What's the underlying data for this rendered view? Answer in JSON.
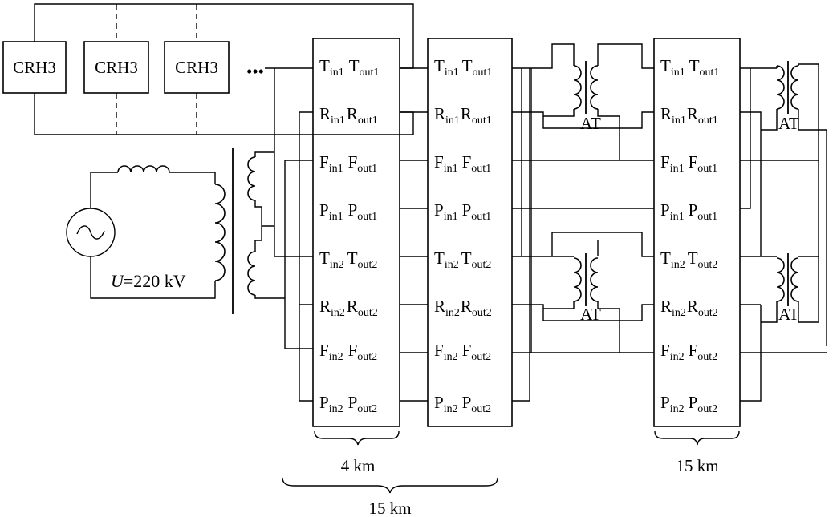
{
  "trains": [
    "CRH3",
    "CRH3",
    "CRH3"
  ],
  "ellipsis": "•••",
  "source_voltage": {
    "symbol": "U",
    "rest": "=220 kV"
  },
  "terminals": [
    {
      "base": "T",
      "in": "in1",
      "out": "out1"
    },
    {
      "base": "R",
      "in": "in1",
      "out": "out1"
    },
    {
      "base": "F",
      "in": "in1",
      "out": "out1"
    },
    {
      "base": "P",
      "in": "in1",
      "out": "out1"
    },
    {
      "base": "T",
      "in": "in2",
      "out": "out2"
    },
    {
      "base": "R",
      "in": "in2",
      "out": "out2"
    },
    {
      "base": "F",
      "in": "in2",
      "out": "out2"
    },
    {
      "base": "P",
      "in": "in2",
      "out": "out2"
    }
  ],
  "at_label": "AT",
  "distances": {
    "first_section": "4 km",
    "total_span": "15 km",
    "second_span": "15 km"
  }
}
